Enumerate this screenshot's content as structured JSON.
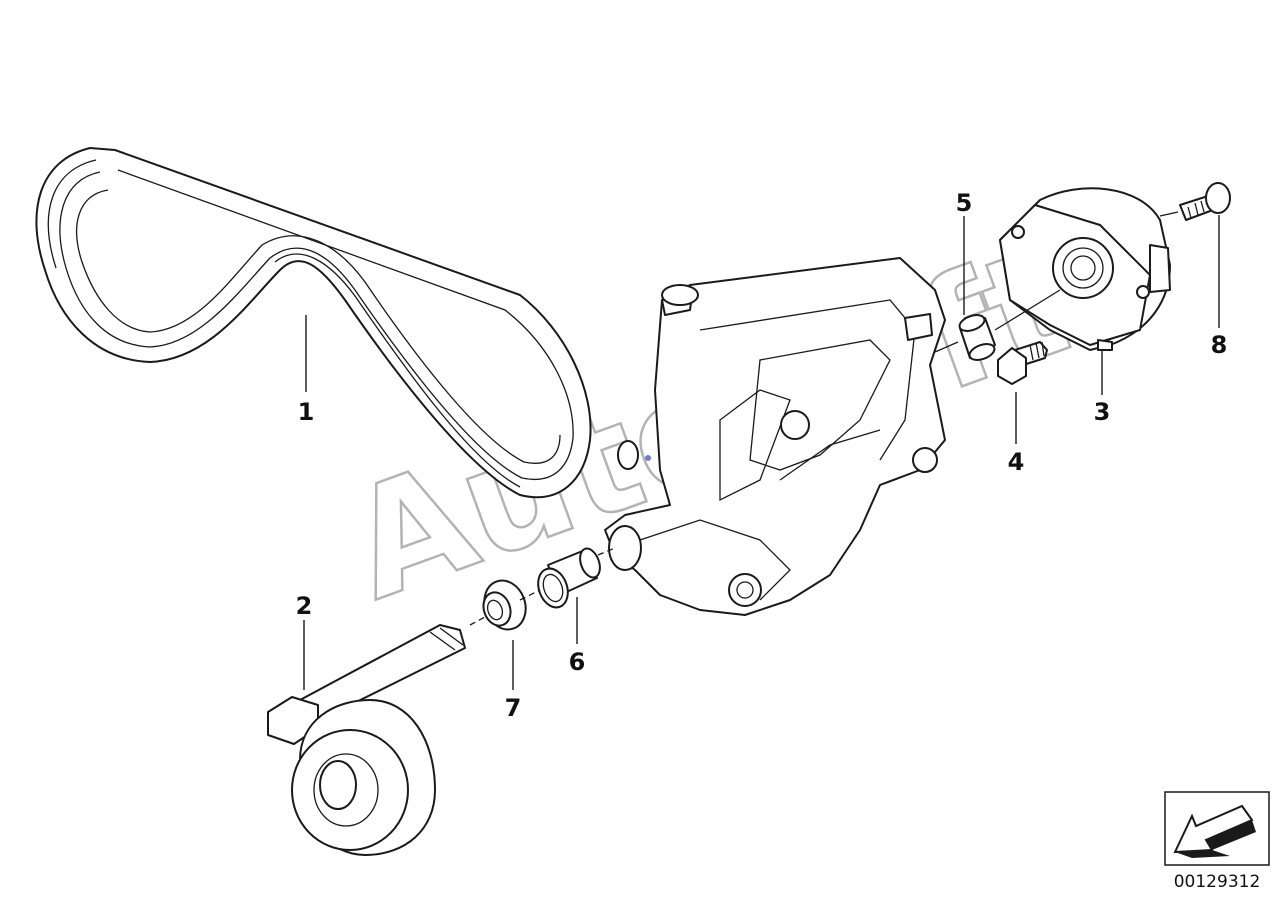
{
  "diagram": {
    "callouts": [
      {
        "id": "1",
        "label": "1"
      },
      {
        "id": "2",
        "label": "2"
      },
      {
        "id": "3",
        "label": "3"
      },
      {
        "id": "4",
        "label": "4"
      },
      {
        "id": "5",
        "label": "5"
      },
      {
        "id": "6",
        "label": "6"
      },
      {
        "id": "7",
        "label": "7"
      },
      {
        "id": "8",
        "label": "8"
      }
    ],
    "watermark": "AutoSoft",
    "document_number": "00129312"
  },
  "colors": {
    "line": "#1a1a1a",
    "watermark": "#b3b3b3",
    "accent_dot": "#6f7dd6"
  }
}
